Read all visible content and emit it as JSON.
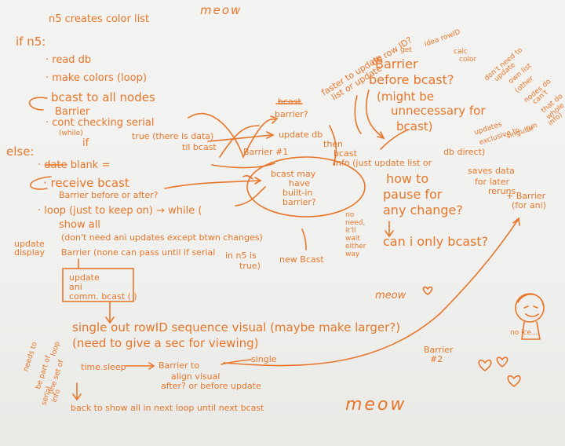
{
  "colors": {
    "ink": "#e8762a",
    "paper": "#f1f1ef"
  },
  "header": {
    "title": "n5 creates color list",
    "signature_top": "meow"
  },
  "left": {
    "if_label": "if n5:",
    "read_db": "· read db",
    "make_colors": "· make colors (loop)",
    "bcast_all": "bcast to all nodes",
    "barrier": "Barrier",
    "cont_checking": "· cont checking serial",
    "while_small": "(while)",
    "if_word": "if",
    "true_there": "true (there is data)",
    "til_bcast": "til bcast",
    "else_label": "else:",
    "date_blank": "· date blank =",
    "receive_bcast": "· receive bcast",
    "barrier_before_after": "Barrier before or after?",
    "loop_line": "· loop (just to keep on) → while (",
    "show_all": "show all",
    "update_display": "update display",
    "dont_need": "(don't need ani updates except btwn changes)",
    "barrier_line": "Barrier (none can pass until if serial",
    "in_n5_is": "in n5 is",
    "true_close": "true)",
    "new_bcast": "new Bcast"
  },
  "boxed": {
    "line1": "update",
    "line2": "ani",
    "line3": "comm. bcast ( )"
  },
  "middle": {
    "bcast_crossed": "bcast",
    "barrier_q": "barrier?",
    "update_db": "update db",
    "then": "then",
    "bcast_label": "bcast",
    "info_update": "info (just update list or",
    "db_direct": "db direct)",
    "barrier_1": "Barrier #1",
    "bubble": [
      "bcast may",
      "have",
      "built-in",
      "barrier?"
    ],
    "no_need": [
      "no",
      "need,",
      "it'll",
      "wait",
      "either",
      "way"
    ]
  },
  "right": {
    "faster": [
      "faster to update",
      "list or update",
      "db row ID?"
    ],
    "get": "get",
    "idea_rowid": "idea rowID",
    "calc_color": [
      "calc",
      "color"
    ],
    "barrier_q_title": "Barrier",
    "before_bcast": "before bcast?",
    "might_be": "(might be",
    "unnecessary": "unnecessary for",
    "bcast_close": "bcast)",
    "dont_need_update": [
      "don't need to",
      "update",
      "own list",
      "(other",
      "nodes do",
      "can't",
      "that do",
      "whole",
      "info)"
    ],
    "updates_exclusive": [
      "updates",
      "exclusive to",
      "singular",
      "run"
    ],
    "saves_data": [
      "saves data",
      "for later",
      "reruns"
    ],
    "barrier_for_ani": [
      "+ Barrier",
      "(for ani)"
    ],
    "how_to": "how to",
    "pause_for": "pause for",
    "any_change": "any change?",
    "can_i": "can i only bcast?"
  },
  "bottom": {
    "single_out": "single out rowID sequence visual (maybe make larger?)",
    "need_sec": "(need to give a sec for viewing)",
    "single": "single",
    "needs_be": [
      "needs to",
      "be part of",
      "one set of",
      "loop",
      "serial",
      "info"
    ],
    "time_sleep": "time.sleep",
    "barrier_to": "Barrier to",
    "align_visual": "align visual",
    "after_before": "after? or before update",
    "back_to": "back to show all in next loop until next bcast",
    "barrier_2": [
      "Barrier",
      "#2"
    ],
    "meow_mid": "meow",
    "meow_bottom": "meow",
    "no_ice": "no ice..."
  }
}
